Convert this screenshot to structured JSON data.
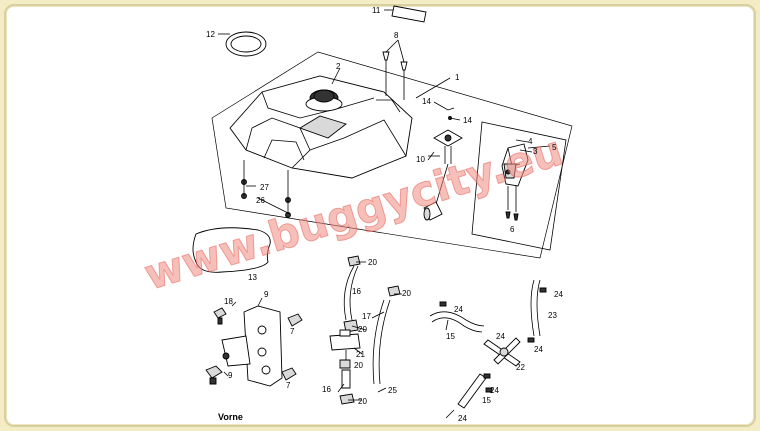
{
  "labels": {
    "p1": "1",
    "p2": "2",
    "p3": "3",
    "p4": "4",
    "p5": "5",
    "p6": "6",
    "p7a": "7",
    "p7b": "7",
    "p8": "8",
    "p9a": "9",
    "p9b": "9",
    "p10": "10",
    "p11": "11",
    "p12": "12",
    "p13": "13",
    "p14a": "14",
    "p14b": "14",
    "p15a": "15",
    "p15b": "15",
    "p16a": "16",
    "p16b": "16",
    "p17": "17",
    "p18": "18",
    "p20a": "20",
    "p20b": "20",
    "p20c": "20",
    "p20d": "20",
    "p20e": "20",
    "p21": "21",
    "p22": "22",
    "p23": "23",
    "p24a": "24",
    "p24b": "24",
    "p24c": "24",
    "p24d": "24",
    "p24e": "24",
    "p24f": "24",
    "p25": "25",
    "p26": "26",
    "p27": "27"
  },
  "front_label": "Vorne",
  "watermark": "www.buggycity.eu"
}
